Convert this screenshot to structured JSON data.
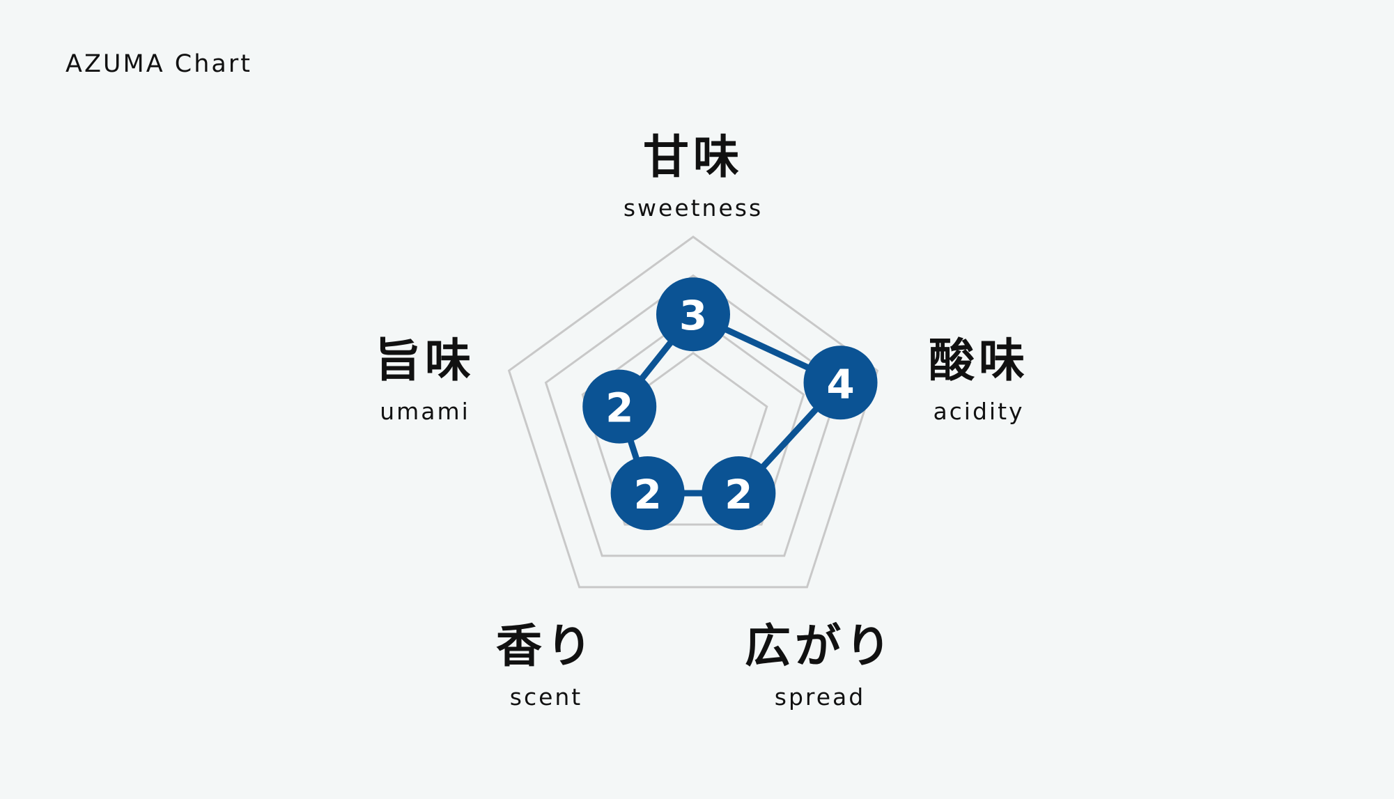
{
  "page": {
    "title": "AZUMA Chart"
  },
  "colors": {
    "background": "#f4f7f7",
    "accent": "#0b5394",
    "grid": "#c8c8c8",
    "text": "#111111"
  },
  "chart_data": {
    "type": "radar",
    "title": "AZUMA Chart",
    "range": [
      0,
      5
    ],
    "grid_levels": [
      2,
      3,
      4,
      5
    ],
    "axes": [
      {
        "label_jp": "甘味",
        "label_en": "sweetness",
        "value": 3
      },
      {
        "label_jp": "酸味",
        "label_en": "acidity",
        "value": 4
      },
      {
        "label_jp": "広がり",
        "label_en": "spread",
        "value": 2
      },
      {
        "label_jp": "香り",
        "label_en": "scent",
        "value": 2
      },
      {
        "label_jp": "旨味",
        "label_en": "umami",
        "value": 2
      }
    ]
  }
}
